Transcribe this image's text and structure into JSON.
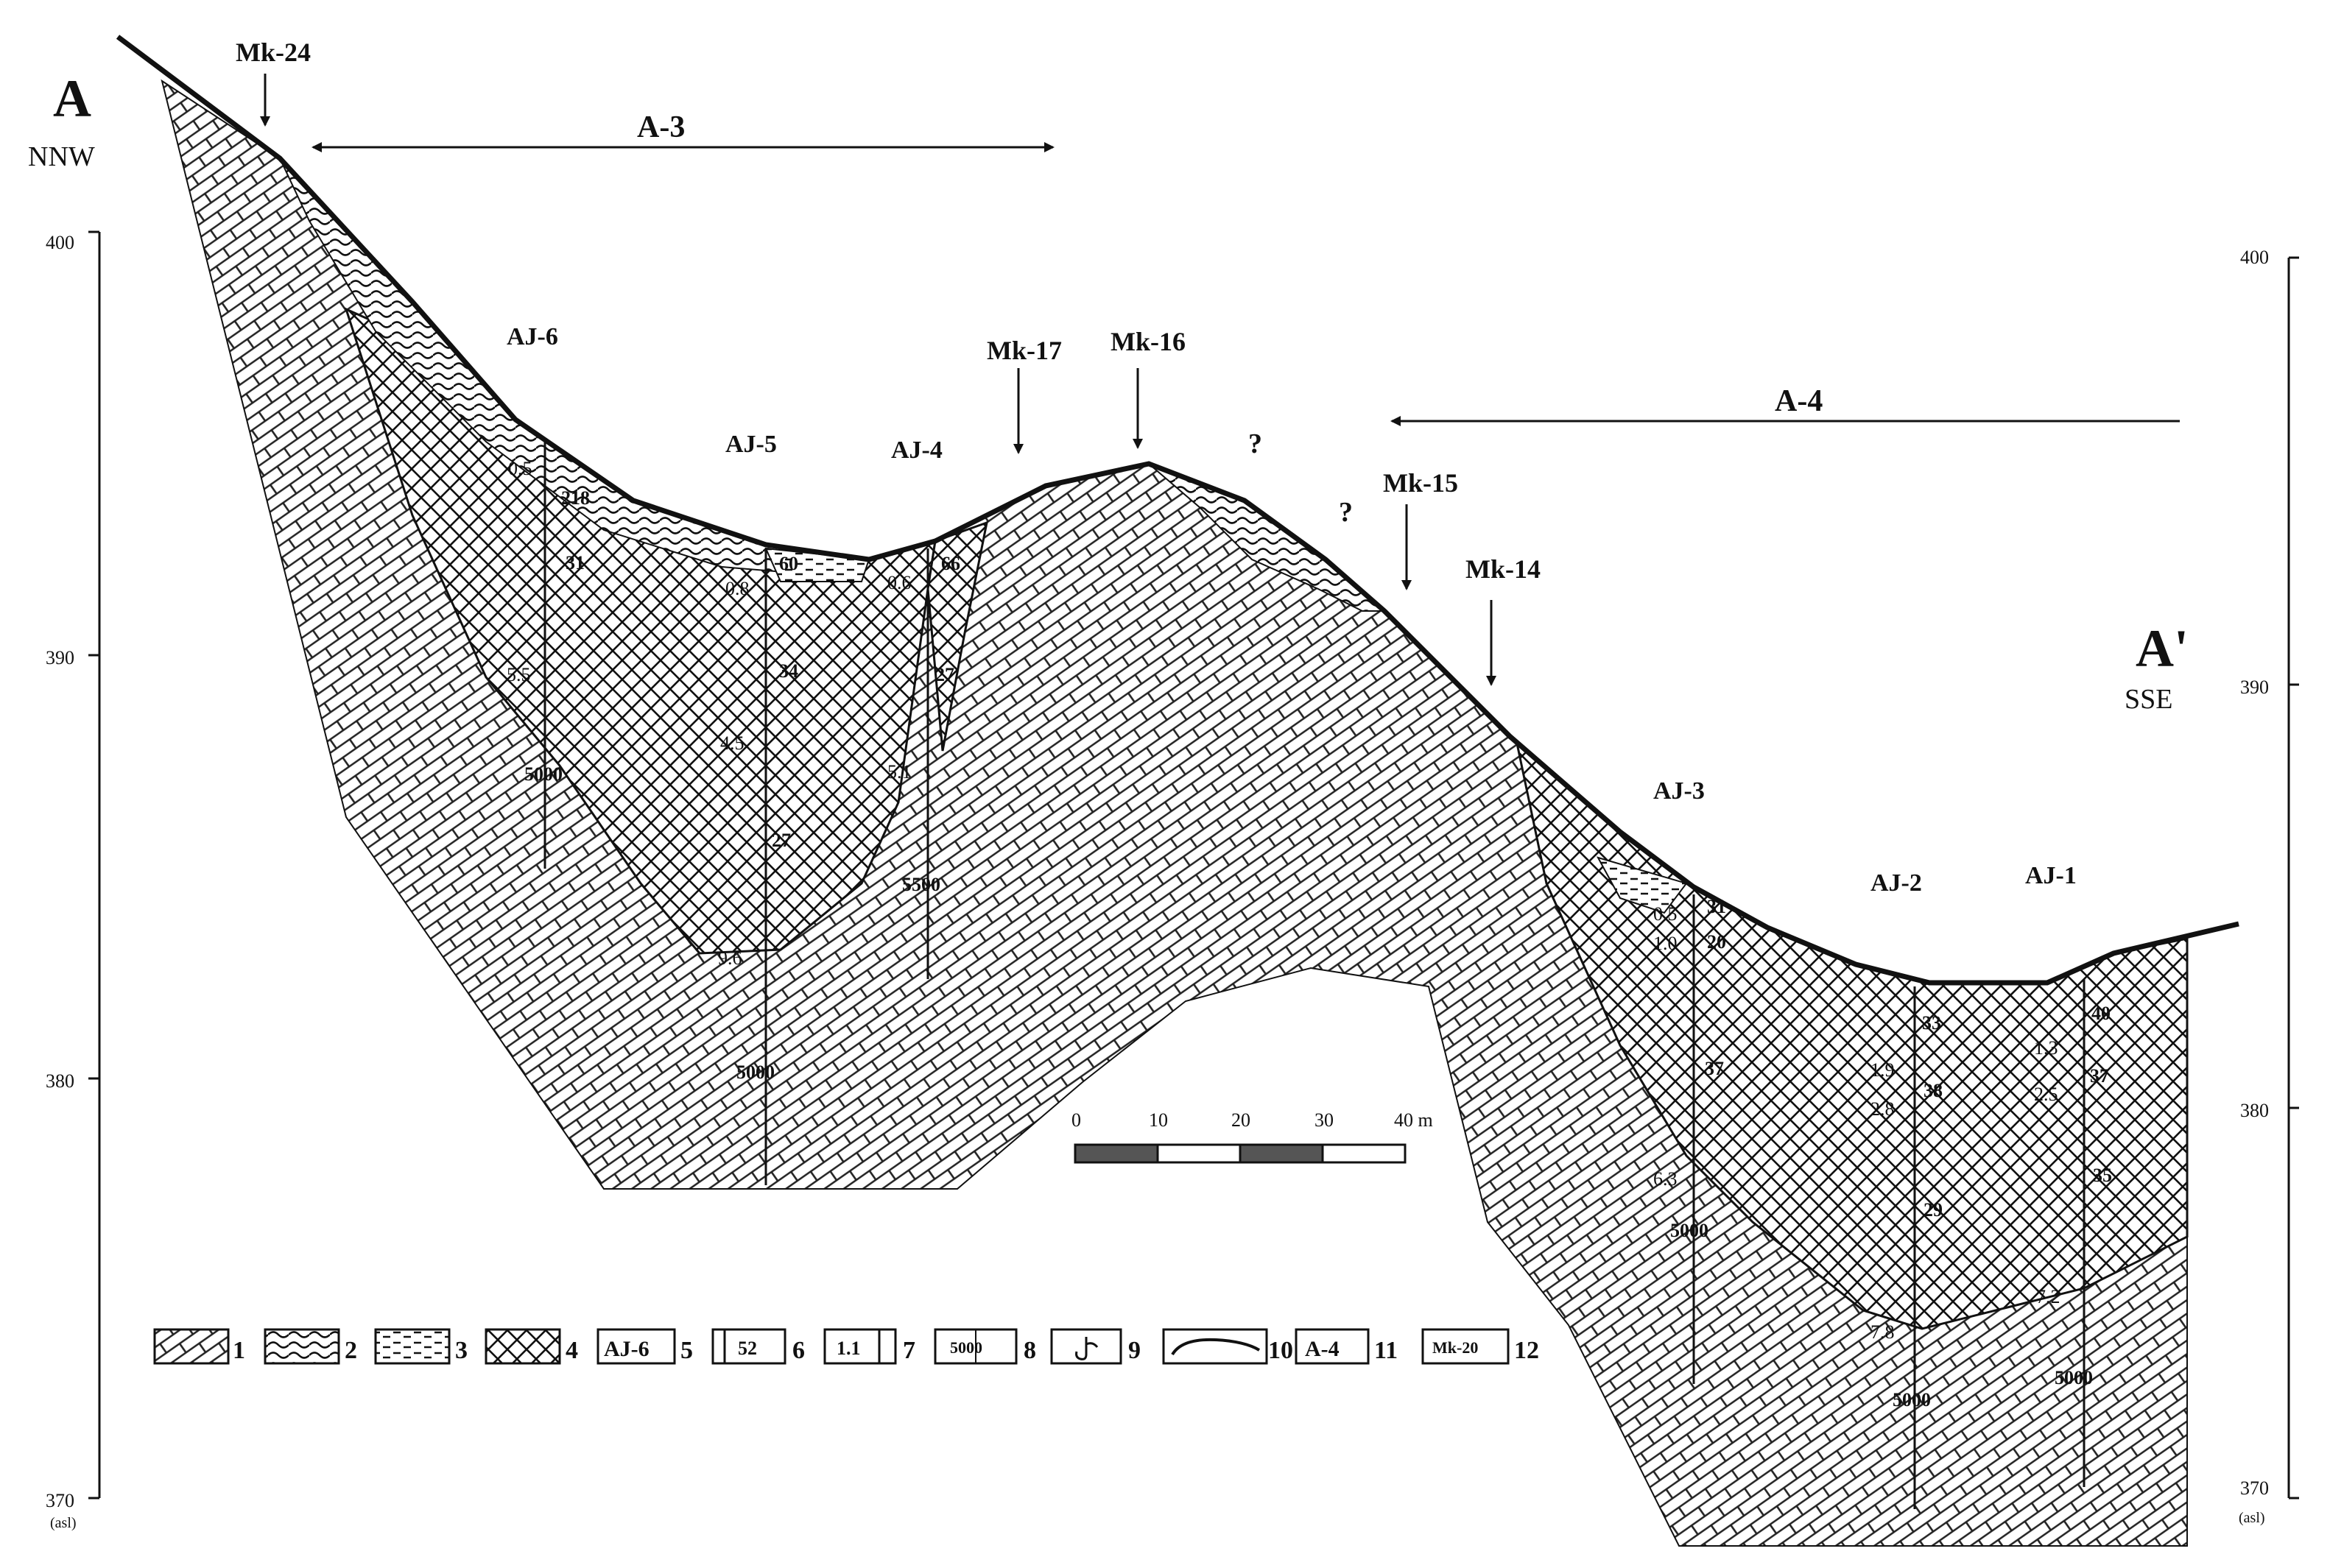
{
  "section": {
    "start_label": "A",
    "start_direction": "NNW",
    "end_label": "A'",
    "end_direction": "SSE"
  },
  "elevation_axis": {
    "ticks": [
      "400",
      "390",
      "380",
      "370"
    ],
    "unit": "(asl)"
  },
  "profile_ranges": [
    {
      "label": "A-3",
      "direction": "both"
    },
    {
      "label": "A-4",
      "direction": "left"
    }
  ],
  "markers": [
    "Mk-24",
    "Mk-17",
    "Mk-16",
    "Mk-15",
    "Mk-14"
  ],
  "boreholes": [
    "AJ-6",
    "AJ-5",
    "AJ-4",
    "AJ-3",
    "AJ-2",
    "AJ-1"
  ],
  "question_marks": [
    "?",
    "?"
  ],
  "depth_values": [
    "0.5",
    "5.5",
    "0.8",
    "4.5",
    "9.6",
    "0.6",
    "5.1",
    "0.5",
    "1.0",
    "6.3",
    "1.9",
    "2.8",
    "7.8",
    "1.3",
    "2.5",
    "7.2"
  ],
  "resistivity_values": [
    "218",
    "31",
    "60",
    "34",
    "27",
    "66",
    "27",
    "31",
    "20",
    "37",
    "33",
    "38",
    "29",
    "40",
    "37",
    "35"
  ],
  "bottom_values": [
    "5000",
    "5000",
    "5500",
    "5000",
    "5000",
    "5000"
  ],
  "scale_bar": {
    "ticks": [
      "0",
      "10",
      "20",
      "30",
      "40 m"
    ]
  },
  "legend": [
    {
      "number": "1",
      "symbol": "limestone-hatch"
    },
    {
      "number": "2",
      "symbol": "wavy-pattern"
    },
    {
      "number": "3",
      "symbol": "dashed-pattern"
    },
    {
      "number": "4",
      "symbol": "crosshatch"
    },
    {
      "number": "5",
      "symbol_text": "AJ-6"
    },
    {
      "number": "6",
      "symbol_text": "52"
    },
    {
      "number": "7",
      "symbol_text": "1.1"
    },
    {
      "number": "8",
      "symbol_text": "5000"
    },
    {
      "number": "9",
      "symbol": "hook"
    },
    {
      "number": "10",
      "symbol": "curve-line"
    },
    {
      "number": "11",
      "symbol_text": "A-4"
    },
    {
      "number": "12",
      "symbol_text": "Mk-20"
    }
  ]
}
